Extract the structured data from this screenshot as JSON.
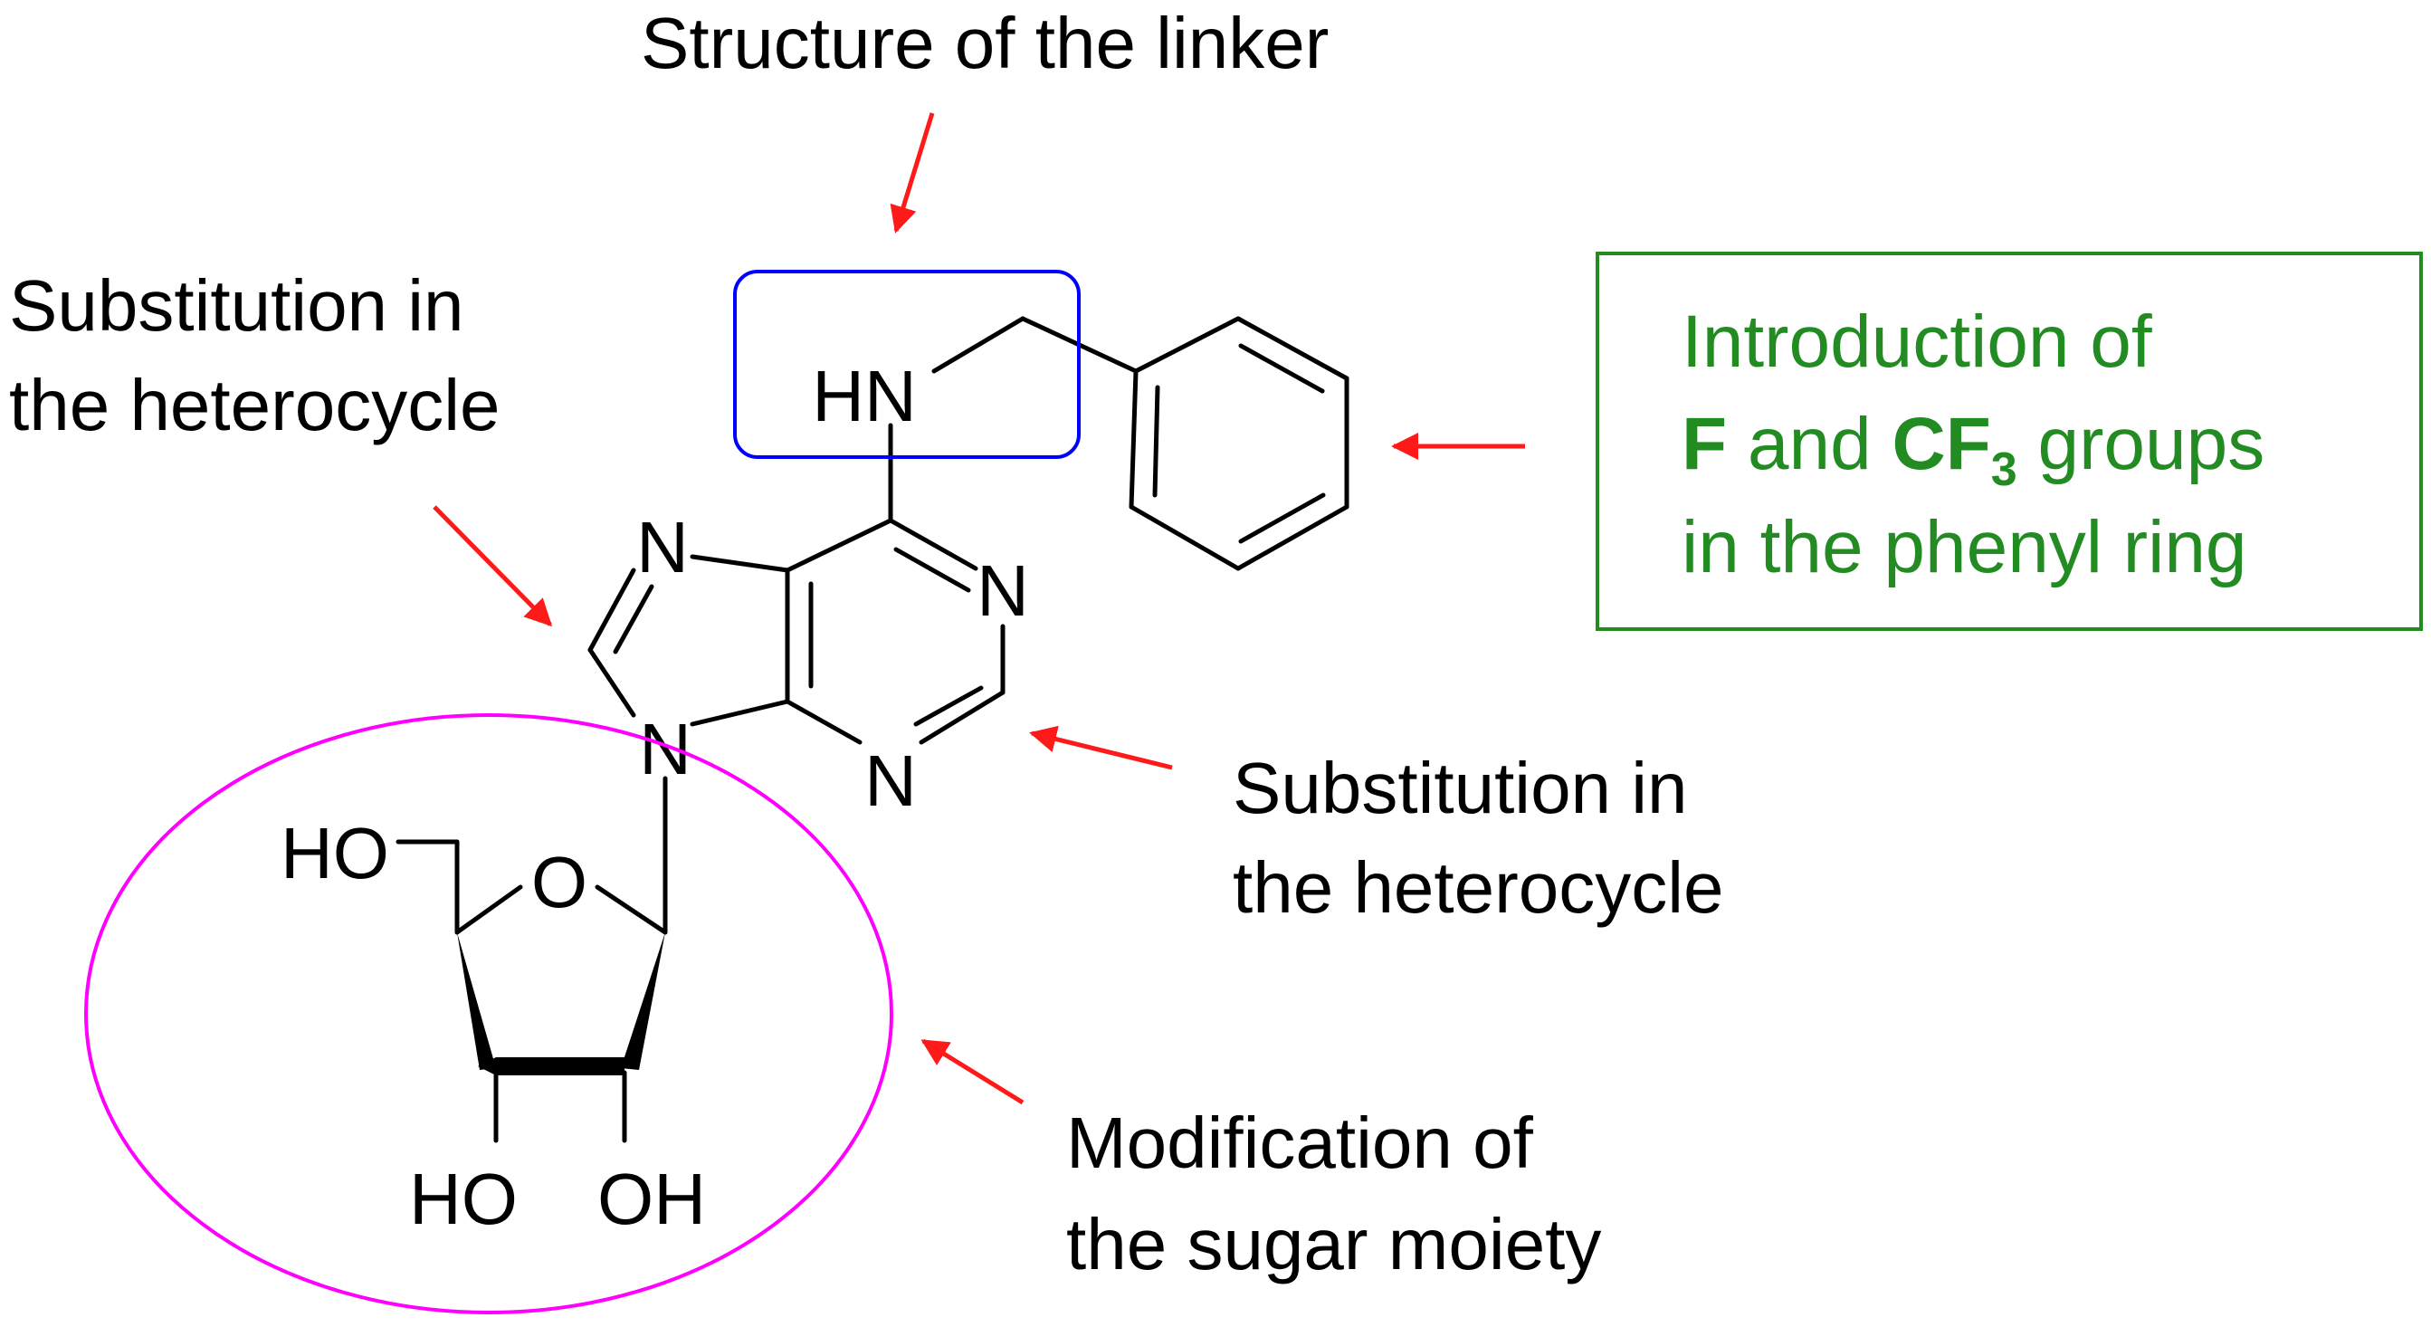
{
  "labels": {
    "linker": "Structure of the linker",
    "heterocycle_left_line1": "Substitution in",
    "heterocycle_left_line2": "the heterocycle",
    "heterocycle_right_line1": "Substitution in",
    "heterocycle_right_line2": "the heterocycle",
    "phenyl_line1": "Introduction of",
    "phenyl_line2_part1": "F",
    "phenyl_line2_part2": " and ",
    "phenyl_line2_part3": "CF",
    "phenyl_line2_sub": "3",
    "phenyl_line2_part4": " groups",
    "phenyl_line3": "in the phenyl ring",
    "sugar_line1": "Modification of",
    "sugar_line2": "the sugar moiety"
  },
  "atoms": {
    "nh": "HN",
    "n7": "N",
    "n1": "N",
    "n3": "N",
    "n9": "N",
    "o_ring": "O",
    "ho_5": "HO",
    "ho_3": "HO",
    "oh_2": "OH"
  },
  "colors": {
    "linker_box": "#0000ff",
    "phenyl_box": "#228B22",
    "sugar_ellipse": "#ff00ff",
    "arrows": "#ff1a1a",
    "structure": "#000000"
  }
}
